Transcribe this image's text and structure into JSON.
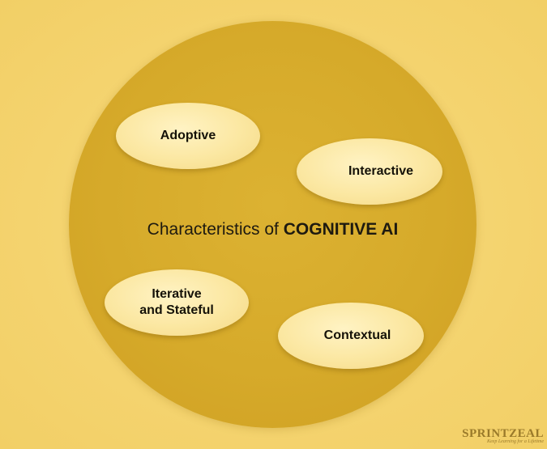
{
  "diagram": {
    "title_prefix": "Characteristics of ",
    "title_emphasis": "COGNITIVE AI",
    "items": [
      {
        "label": "Adoptive"
      },
      {
        "label": "Interactive"
      },
      {
        "label": "Iterative\nand Stateful"
      },
      {
        "label": "Contextual"
      }
    ]
  },
  "brand": {
    "name": "SPRINTZEAL",
    "tagline": "Keep Learning for a Lifetime"
  },
  "colors": {
    "background": "#f4d36e",
    "circle": "#d6aa2a",
    "pill": "#fbe7a1",
    "text": "#1e1a10"
  }
}
